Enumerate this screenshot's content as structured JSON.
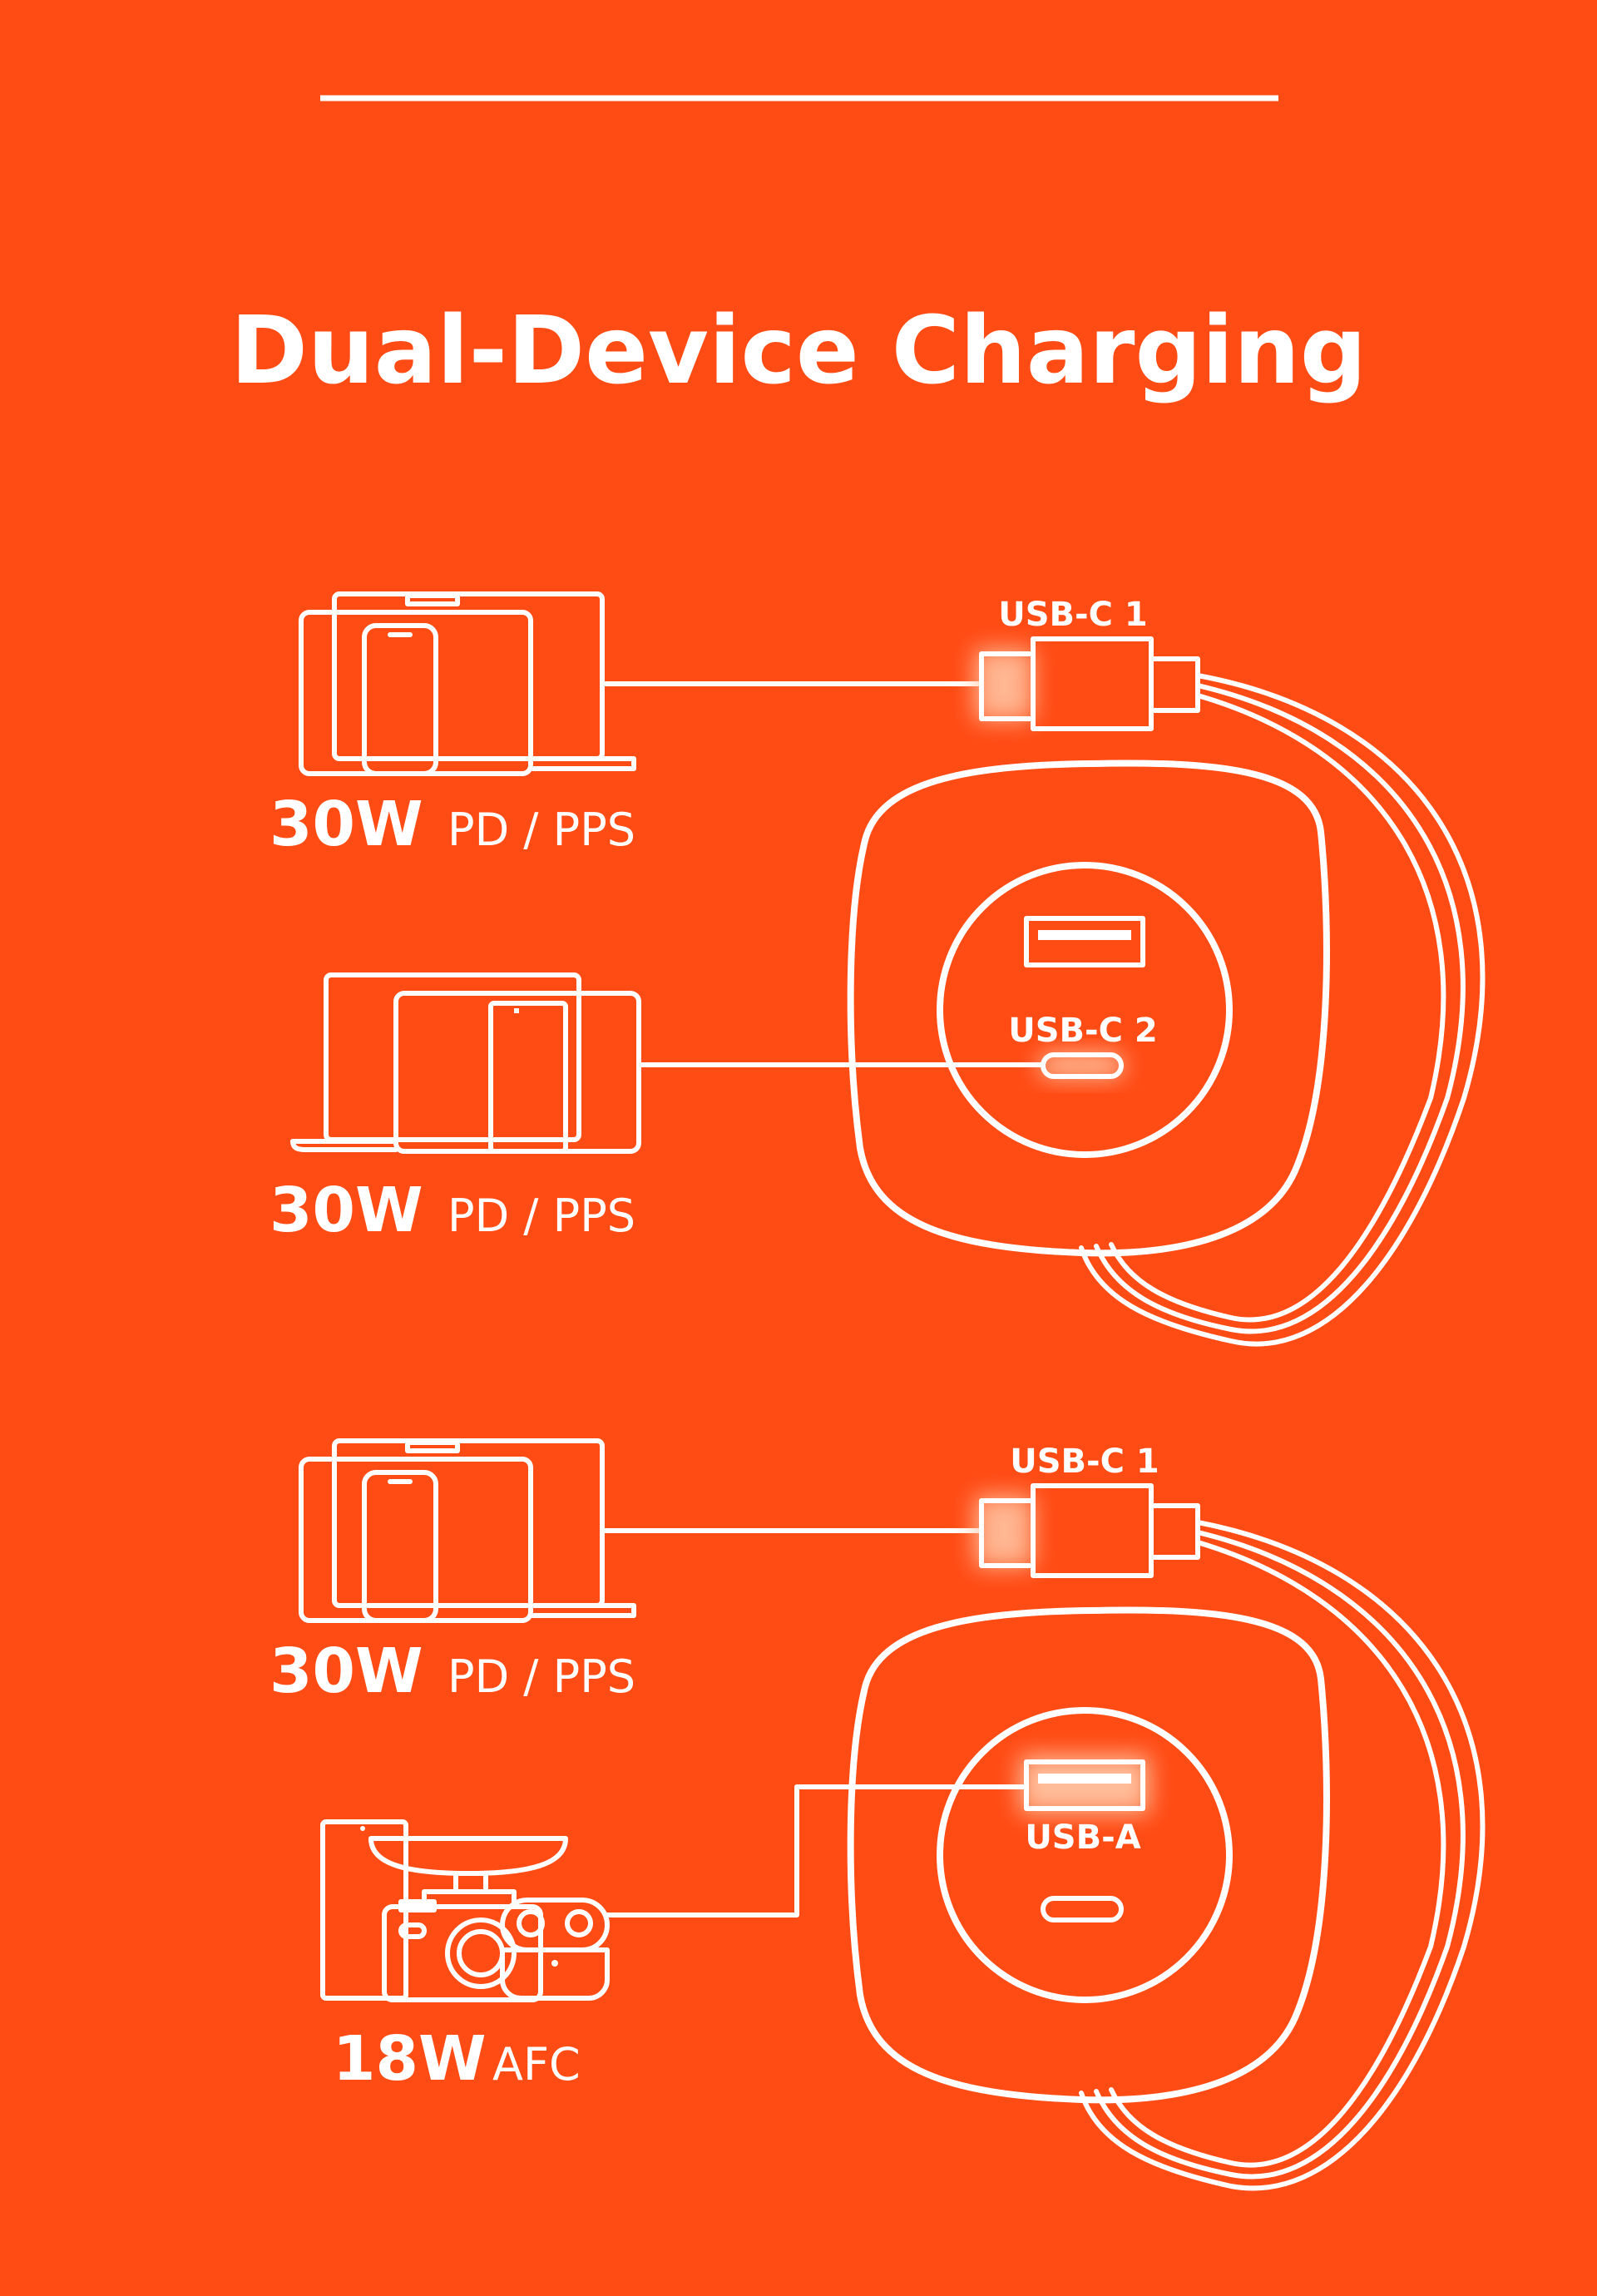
{
  "title": "Dual-Device Charging",
  "colors": {
    "background": "#FF4B14",
    "foreground": "#FFFFFF",
    "glow": "#FFC9A8"
  },
  "top_row": {
    "device_a": {
      "watt": "30W",
      "protocol": "PD / PPS",
      "icon": "laptop-tablet-phone-icon"
    },
    "device_b": {
      "watt": "30W",
      "protocol": "PD / PPS",
      "icon": "laptop-tablet-foldable-icon"
    },
    "charger": {
      "cable_port_label": "USB-C 1",
      "face_port_label": "USB-C 2"
    }
  },
  "bottom_row": {
    "device_a": {
      "watt": "30W",
      "protocol": "PD / PPS",
      "icon": "laptop-tablet-phone-icon"
    },
    "device_b": {
      "watt": "18W",
      "protocol": "AFC",
      "icon": "tablet-dashcam-earbuds-icon"
    },
    "charger": {
      "cable_port_label": "USB-C 1",
      "face_port_label": "USB-A"
    }
  }
}
